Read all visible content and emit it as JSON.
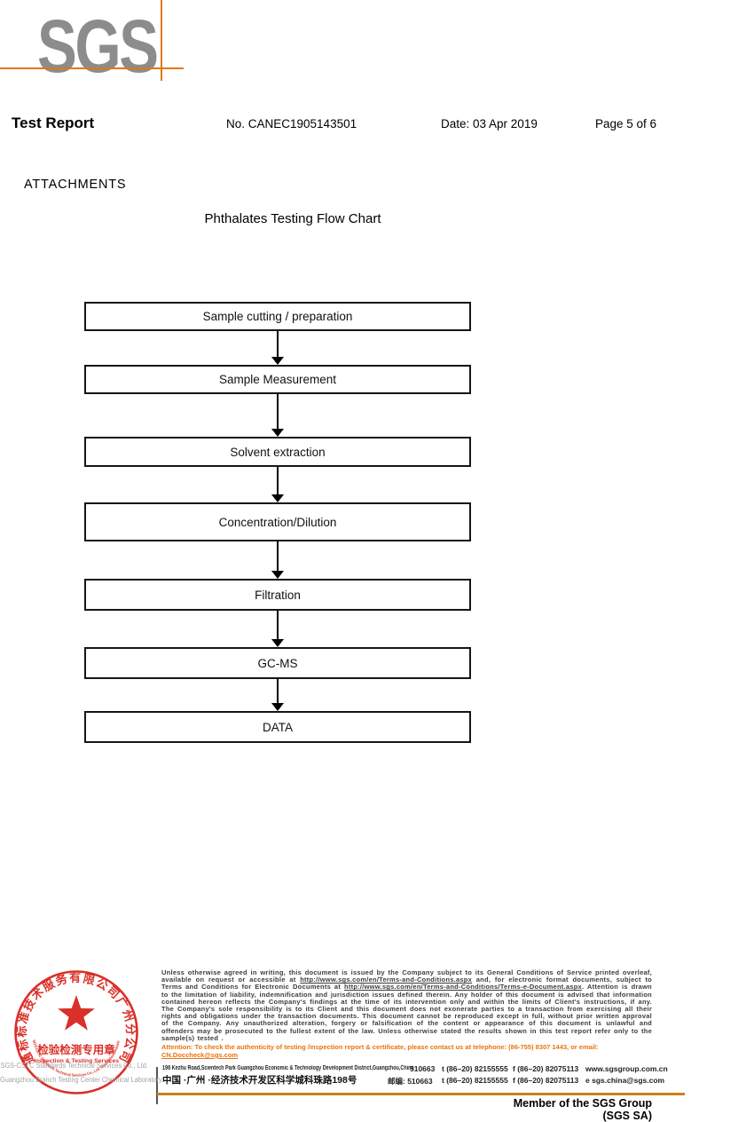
{
  "header": {
    "logo": "SGS",
    "title": "Test Report",
    "report_no": "No. CANEC1905143501",
    "date": "Date: 03 Apr 2019",
    "page": "Page 5 of 6"
  },
  "attachments": {
    "heading": "ATTACHMENTS"
  },
  "flowchart": {
    "title": "Phthalates Testing Flow Chart",
    "steps": [
      "Sample cutting / preparation",
      "Sample Measurement",
      "Solvent extraction",
      "Concentration/Dilution",
      "Filtration",
      "GC-MS",
      "DATA"
    ]
  },
  "footer": {
    "legal_parts": [
      {
        "t": "Unless otherwise agreed in writing, this document is issued by the Company subject to its General Conditions of Service printed overleaf, available on request or accessible at "
      },
      {
        "t": "http://www.sgs.com/en/Terms-and-Conditions.aspx",
        "u": true
      },
      {
        "t": " and, for electronic format documents, subject to Terms and Conditions for Electronic Documents at "
      },
      {
        "t": "http://www.sgs.com/en/Terms-and-Conditions/Terms-e-Document.aspx",
        "u": true
      },
      {
        "t": ". Attention is drawn to the limitation of liability, indemnification and jurisdiction issues defined therein. Any holder of this document is advised that information contained hereon reflects the Company's findings at the time of its intervention only and within the limits of Client's instructions, if any. The Company's sole responsibility is to its Client and this document does not exonerate parties to a transaction from exercising all their rights and obligations under the transaction documents. This document cannot be reproduced except in full, without prior written approval of the Company. Any unauthorized alteration, forgery or falsification of the content or appearance of this document is unlawful and offenders may be prosecuted to the fullest extent of the law. Unless otherwise stated the results shown in this test report refer only to the sample(s) tested ."
      }
    ],
    "attention_parts": [
      {
        "t": "Attention: To check the authenticity of testing /inspection report & certificate, please contact us at telephone: (86-755) 8307 1443, or email: "
      },
      {
        "t": "CN.Doccheck@sgs.com",
        "u": true
      }
    ],
    "address": {
      "en": "198 Kezhu Road,Scientech Park Guangzhou Economic & Technology Development District,Guangzhou,China",
      "cn": "中国 ·广州 ·经济技术开发区科学城科珠路198号",
      "postal_en": "510663",
      "postal_cn": "邮编: 510663",
      "tel": "t (86–20) 82155555",
      "fax": "f (86–20) 82075113",
      "web": "www.sgsgroup.com.cn",
      "email": "e  sgs.china@sgs.com"
    },
    "member": "Member of the SGS Group (SGS SA)",
    "stamp": {
      "arc_cn": "通标标准技术服务有限公司广州分公司",
      "arc_en": "SGS-CSTC Standards Technical Services Co., Ltd. Guangzhou Branch",
      "seal_cn": "检验检测专用章",
      "seal_en": "Inspection & Testing Services",
      "company_en1": "SGS-CSTC Standards Technical Services Co., Ltd.",
      "company_en2": "Guangzhou Branch Testing Center Chemical Laboratory."
    }
  },
  "colors": {
    "logo_gray": "#8a8c8e",
    "accent_orange": "#e07818",
    "footer_rule_orange": "#c9811c",
    "attention_orange": "#e8740f",
    "stamp_red": "#d7251d"
  }
}
